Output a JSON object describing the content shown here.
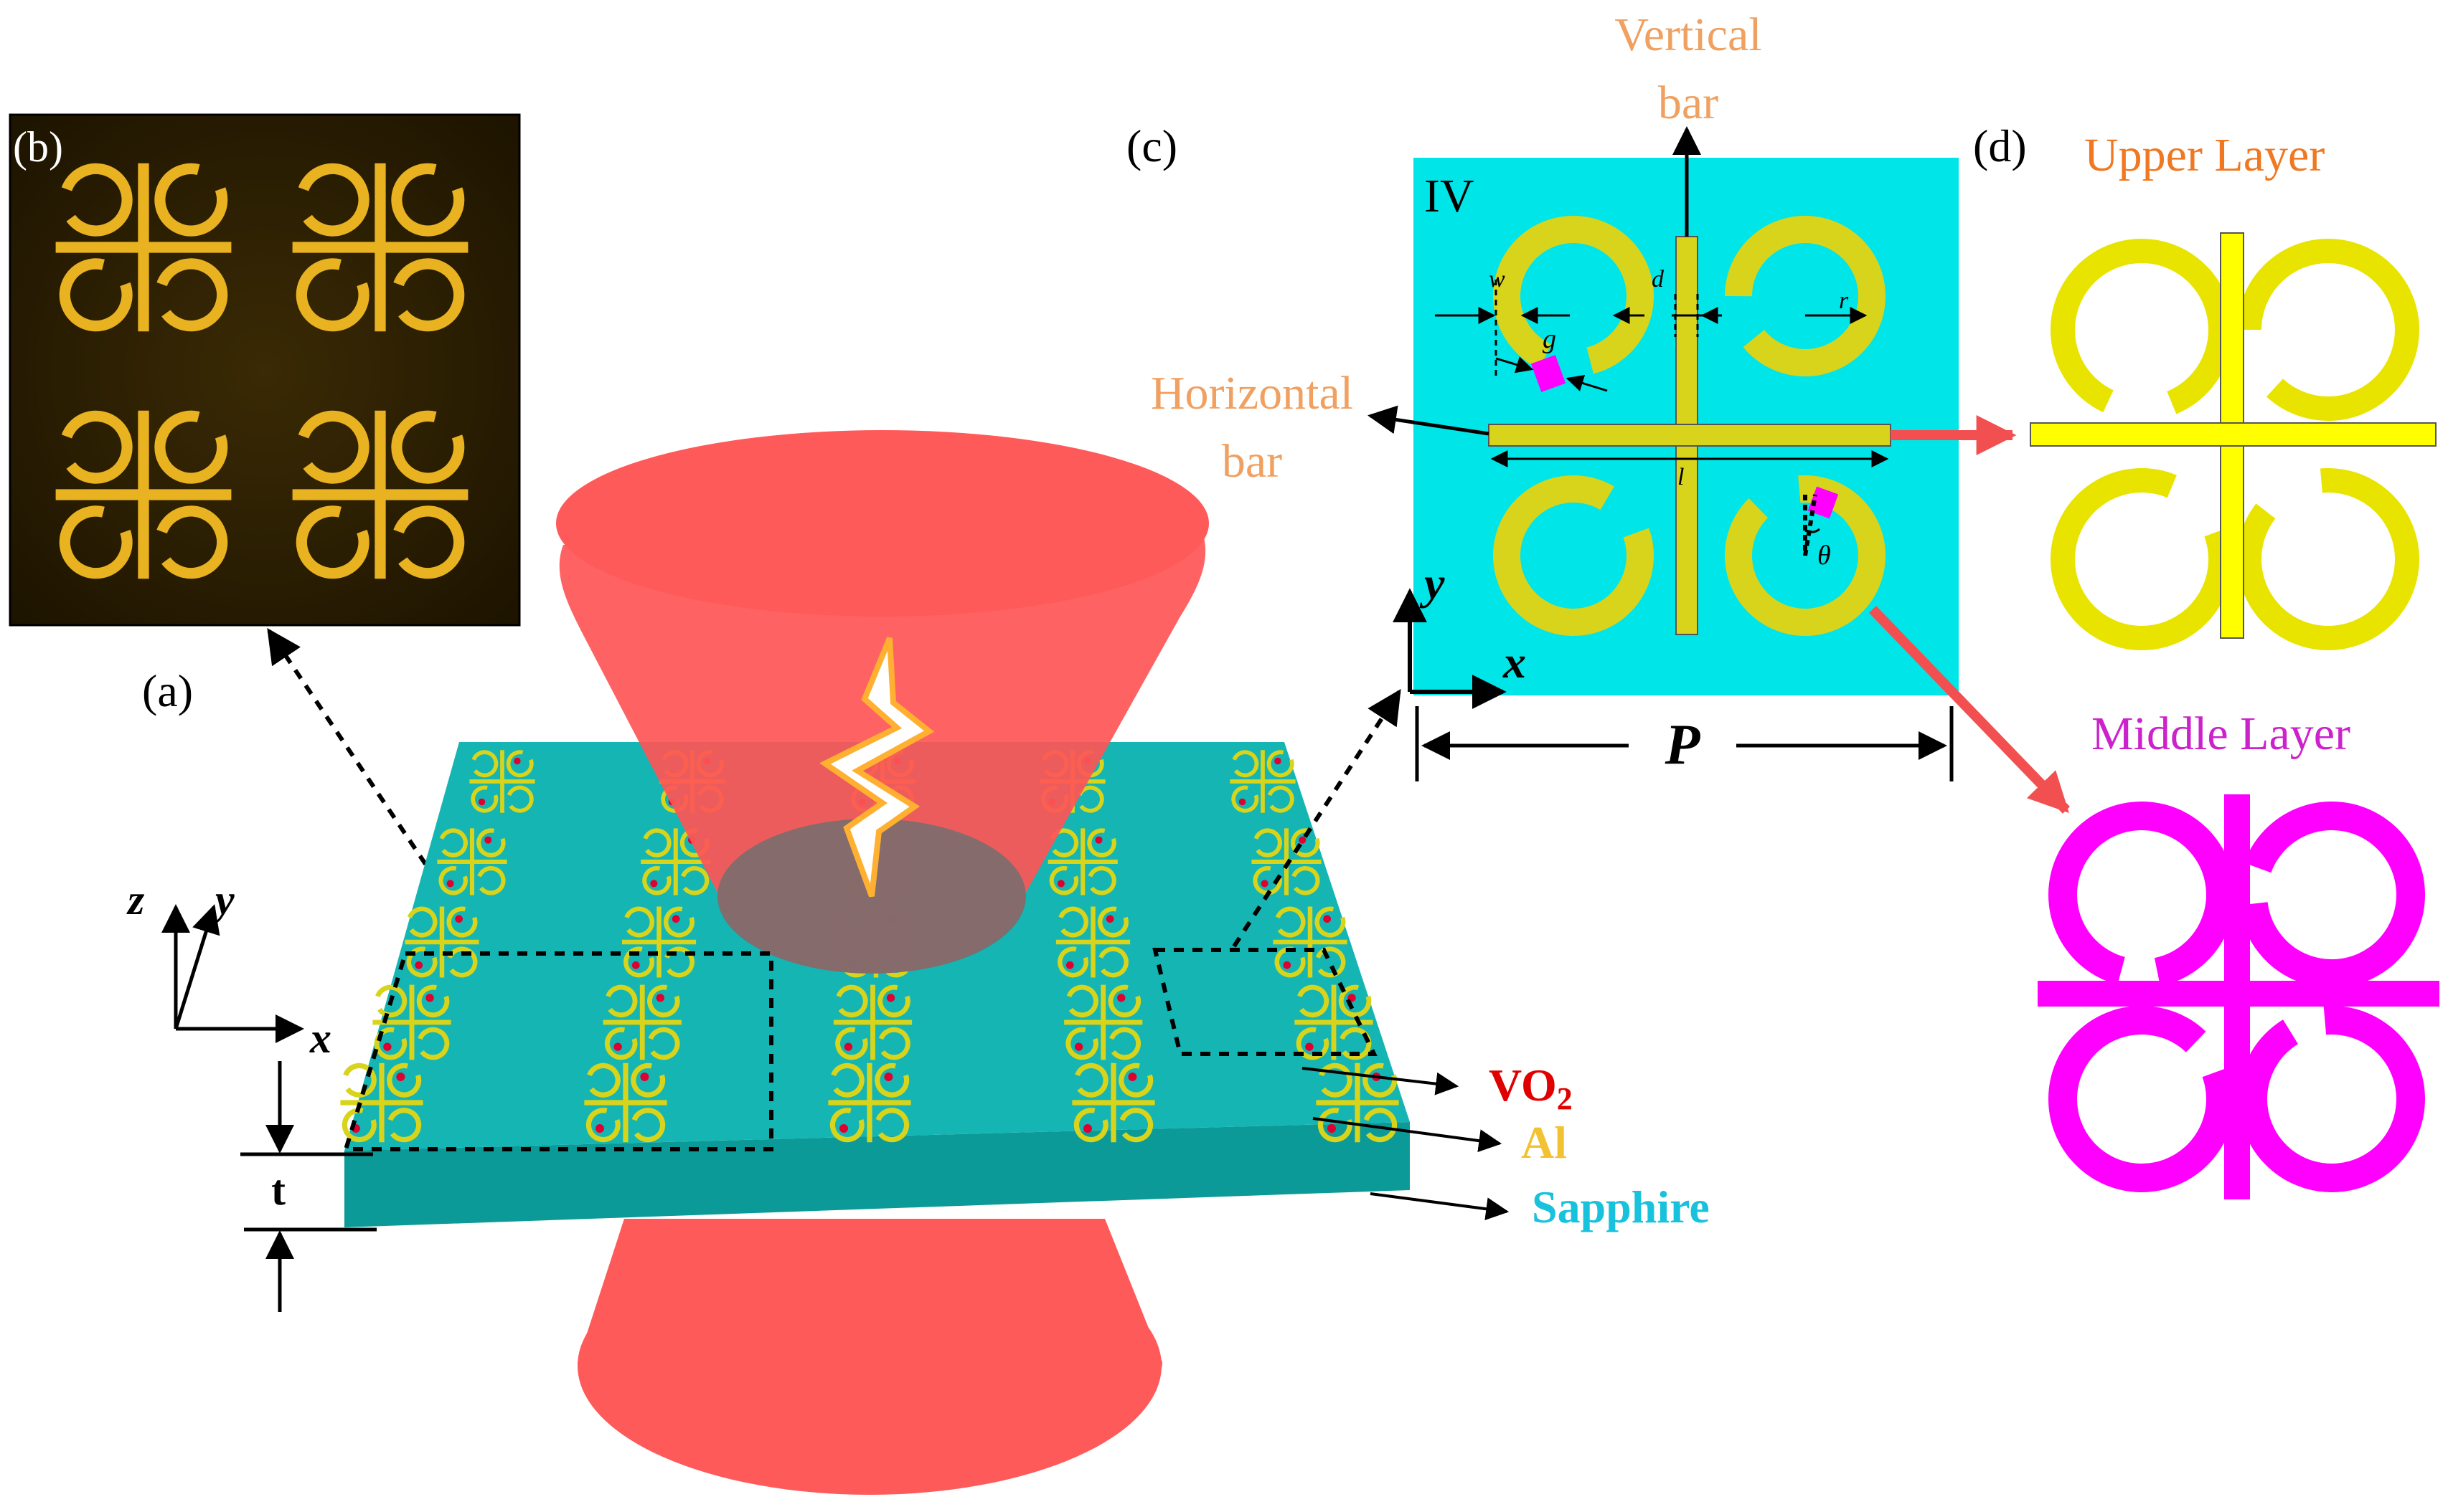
{
  "panels": {
    "a": "(a)",
    "b": "(b)",
    "c": "(c)",
    "d": "(d)"
  },
  "axes_3d": {
    "z": "z",
    "y": "y",
    "x": "x"
  },
  "thickness_label": "t",
  "materials": [
    {
      "name": "VO",
      "sub": "2",
      "color": "#e00000"
    },
    {
      "name": "Al",
      "sub": "",
      "color": "#f2c232"
    },
    {
      "name": "Sapphire",
      "sub": "",
      "color": "#19c2dc"
    }
  ],
  "unit_cell": {
    "quadrant": "IV",
    "vertical_bar": [
      "Vertical",
      "bar"
    ],
    "horizontal_bar": [
      "Horizontal",
      "bar"
    ],
    "param_w": "w",
    "param_d": "d",
    "param_r": "r",
    "param_g": "g",
    "param_l": "l",
    "param_theta": "θ",
    "axis_y": "y",
    "axis_x": "x",
    "period": "P"
  },
  "layers": {
    "upper": "Upper Layer",
    "middle": "Middle  Layer"
  },
  "colors": {
    "substrate_top": "#15b5b3",
    "substrate_side": "#0c9a98",
    "cell_bg": "#00e5e8",
    "upper": "#ffff00",
    "middle": "#ff00ff",
    "metal": "#d8d41c",
    "beam": "#ff5a5a",
    "label_orange": "#f0a060",
    "layer_orange": "#f07820"
  }
}
